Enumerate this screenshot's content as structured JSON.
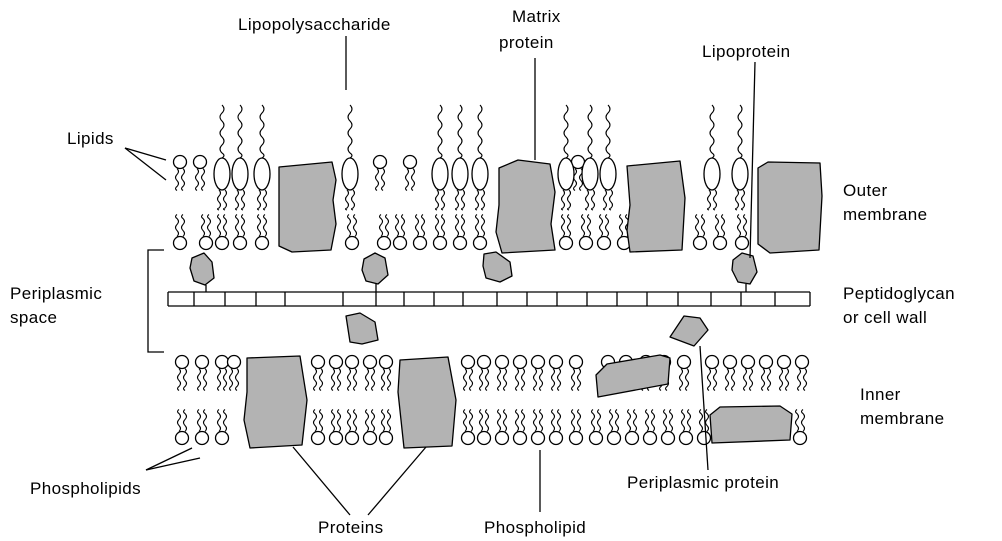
{
  "labels": {
    "lipopolysaccharide": "Lipopolysaccharide",
    "matrix_protein_1": "Matrix",
    "matrix_protein_2": "protein",
    "lipoprotein": "Lipoprotein",
    "lipids": "Lipids",
    "outer_membrane_1": "Outer",
    "outer_membrane_2": "membrane",
    "periplasmic_space_1": "Periplasmic",
    "periplasmic_space_2": "space",
    "peptidoglycan_1": "Peptidoglycan",
    "peptidoglycan_2": "or cell wall",
    "inner_membrane_1": "Inner",
    "inner_membrane_2": "membrane",
    "phospholipids": "Phospholipids",
    "periplasmic_protein": "Periplasmic protein",
    "proteins": "Proteins",
    "phospholipid": "Phospholipid"
  },
  "colors": {
    "protein_fill": "#b3b3b3",
    "stroke": "#000000",
    "background": "#ffffff"
  }
}
